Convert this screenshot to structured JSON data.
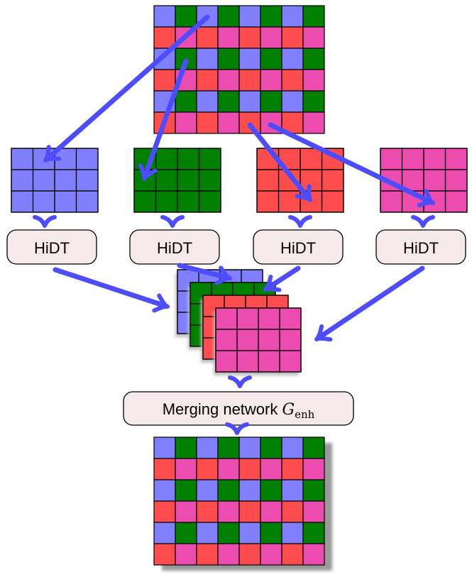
{
  "colors": {
    "blue": "#7f7fff",
    "green": "#008000",
    "red": "#ff4c4c",
    "pink": "#ec4cad",
    "arrow": "#4d4dff",
    "box_fill": "#f6e9e9",
    "shadow": "#9a9a9a"
  },
  "input_pattern": {
    "rows": 6,
    "cols": 8,
    "row_types": [
      [
        "blue",
        "green"
      ],
      [
        "red",
        "pink"
      ]
    ]
  },
  "sub_grids": [
    {
      "color": "blue",
      "rows": 3,
      "cols": 4
    },
    {
      "color": "green",
      "rows": 3,
      "cols": 4
    },
    {
      "color": "red",
      "rows": 3,
      "cols": 4
    },
    {
      "color": "pink",
      "rows": 3,
      "cols": 4
    }
  ],
  "hidt_blocks": [
    {
      "label": "HiDT"
    },
    {
      "label": "HiDT"
    },
    {
      "label": "HiDT"
    },
    {
      "label": "HiDT"
    }
  ],
  "merge_block": {
    "label": "Merging network ",
    "symbol": "G",
    "subscript": "enh"
  }
}
